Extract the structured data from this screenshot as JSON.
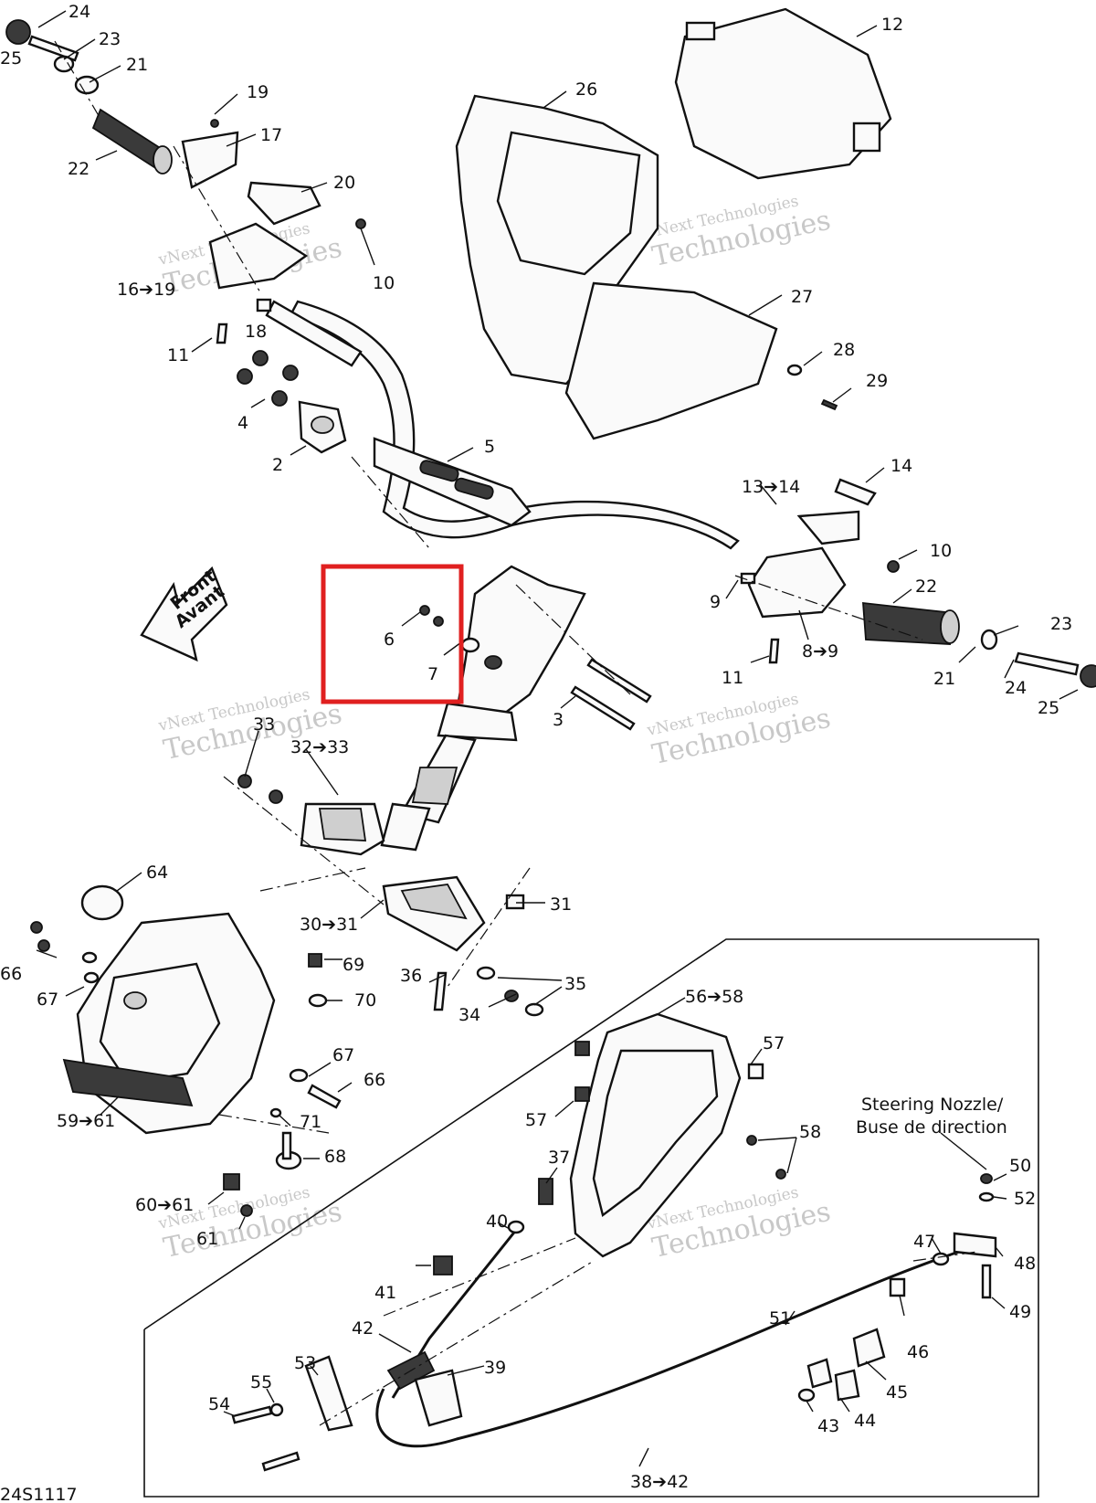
{
  "diagram_code": "24S1117",
  "front_arrow": {
    "line1": "Front",
    "line2": "Avant"
  },
  "nozzle_caption": {
    "line1": "Steering Nozzle/",
    "line2": "Buse de direction"
  },
  "watermark": {
    "line1": "vNext Technologies",
    "line2": "Technologies"
  },
  "highlight_color": "#e02020",
  "callouts": [
    {
      "id": "c24",
      "text": "24"
    },
    {
      "id": "c25a",
      "text": "25"
    },
    {
      "id": "c23a",
      "text": "23"
    },
    {
      "id": "c21a",
      "text": "21"
    },
    {
      "id": "c19",
      "text": "19"
    },
    {
      "id": "c17",
      "text": "17"
    },
    {
      "id": "c22a",
      "text": "22"
    },
    {
      "id": "c20",
      "text": "20"
    },
    {
      "id": "c10a",
      "text": "10"
    },
    {
      "id": "c16",
      "text": "16➔19"
    },
    {
      "id": "c18",
      "text": "18"
    },
    {
      "id": "c11a",
      "text": "11"
    },
    {
      "id": "c4",
      "text": "4"
    },
    {
      "id": "c2",
      "text": "2"
    },
    {
      "id": "c5",
      "text": "5"
    },
    {
      "id": "c12",
      "text": "12"
    },
    {
      "id": "c26",
      "text": "26"
    },
    {
      "id": "c27",
      "text": "27"
    },
    {
      "id": "c28",
      "text": "28"
    },
    {
      "id": "c29",
      "text": "29"
    },
    {
      "id": "c13",
      "text": "13➔14"
    },
    {
      "id": "c14",
      "text": "14"
    },
    {
      "id": "c10b",
      "text": "10"
    },
    {
      "id": "c9",
      "text": "9"
    },
    {
      "id": "c22b",
      "text": "22"
    },
    {
      "id": "c23b",
      "text": "23"
    },
    {
      "id": "c8",
      "text": "8➔9"
    },
    {
      "id": "c11b",
      "text": "11"
    },
    {
      "id": "c21b",
      "text": "21"
    },
    {
      "id": "c24b",
      "text": "24"
    },
    {
      "id": "c25b",
      "text": "25"
    },
    {
      "id": "c6",
      "text": "6"
    },
    {
      "id": "c7",
      "text": "7"
    },
    {
      "id": "c3",
      "text": "3"
    },
    {
      "id": "c33",
      "text": "33"
    },
    {
      "id": "c32",
      "text": "32➔33"
    },
    {
      "id": "c64",
      "text": "64"
    },
    {
      "id": "c31",
      "text": "31"
    },
    {
      "id": "c30",
      "text": "30➔31"
    },
    {
      "id": "c66a",
      "text": "66"
    },
    {
      "id": "c67a",
      "text": "67"
    },
    {
      "id": "c69",
      "text": "69"
    },
    {
      "id": "c70",
      "text": "70"
    },
    {
      "id": "c36",
      "text": "36"
    },
    {
      "id": "c35",
      "text": "35"
    },
    {
      "id": "c34",
      "text": "34"
    },
    {
      "id": "c56",
      "text": "56➔58"
    },
    {
      "id": "c57a",
      "text": "57"
    },
    {
      "id": "c67b",
      "text": "67"
    },
    {
      "id": "c66b",
      "text": "66"
    },
    {
      "id": "c59",
      "text": "59➔61"
    },
    {
      "id": "c71",
      "text": "71"
    },
    {
      "id": "c57b",
      "text": "57"
    },
    {
      "id": "c58",
      "text": "58"
    },
    {
      "id": "c68",
      "text": "68"
    },
    {
      "id": "c37",
      "text": "37"
    },
    {
      "id": "c60",
      "text": "60➔61"
    },
    {
      "id": "c61",
      "text": "61"
    },
    {
      "id": "c50",
      "text": "50"
    },
    {
      "id": "c52",
      "text": "52"
    },
    {
      "id": "c40",
      "text": "40"
    },
    {
      "id": "c47",
      "text": "47"
    },
    {
      "id": "c48",
      "text": "48"
    },
    {
      "id": "c41",
      "text": "41"
    },
    {
      "id": "c49",
      "text": "49"
    },
    {
      "id": "c42",
      "text": "42"
    },
    {
      "id": "c51",
      "text": "51"
    },
    {
      "id": "c46",
      "text": "46"
    },
    {
      "id": "c53",
      "text": "53"
    },
    {
      "id": "c39",
      "text": "39"
    },
    {
      "id": "c55",
      "text": "55"
    },
    {
      "id": "c45",
      "text": "45"
    },
    {
      "id": "c54",
      "text": "54"
    },
    {
      "id": "c43",
      "text": "43"
    },
    {
      "id": "c44",
      "text": "44"
    },
    {
      "id": "c38",
      "text": "38➔42"
    }
  ]
}
